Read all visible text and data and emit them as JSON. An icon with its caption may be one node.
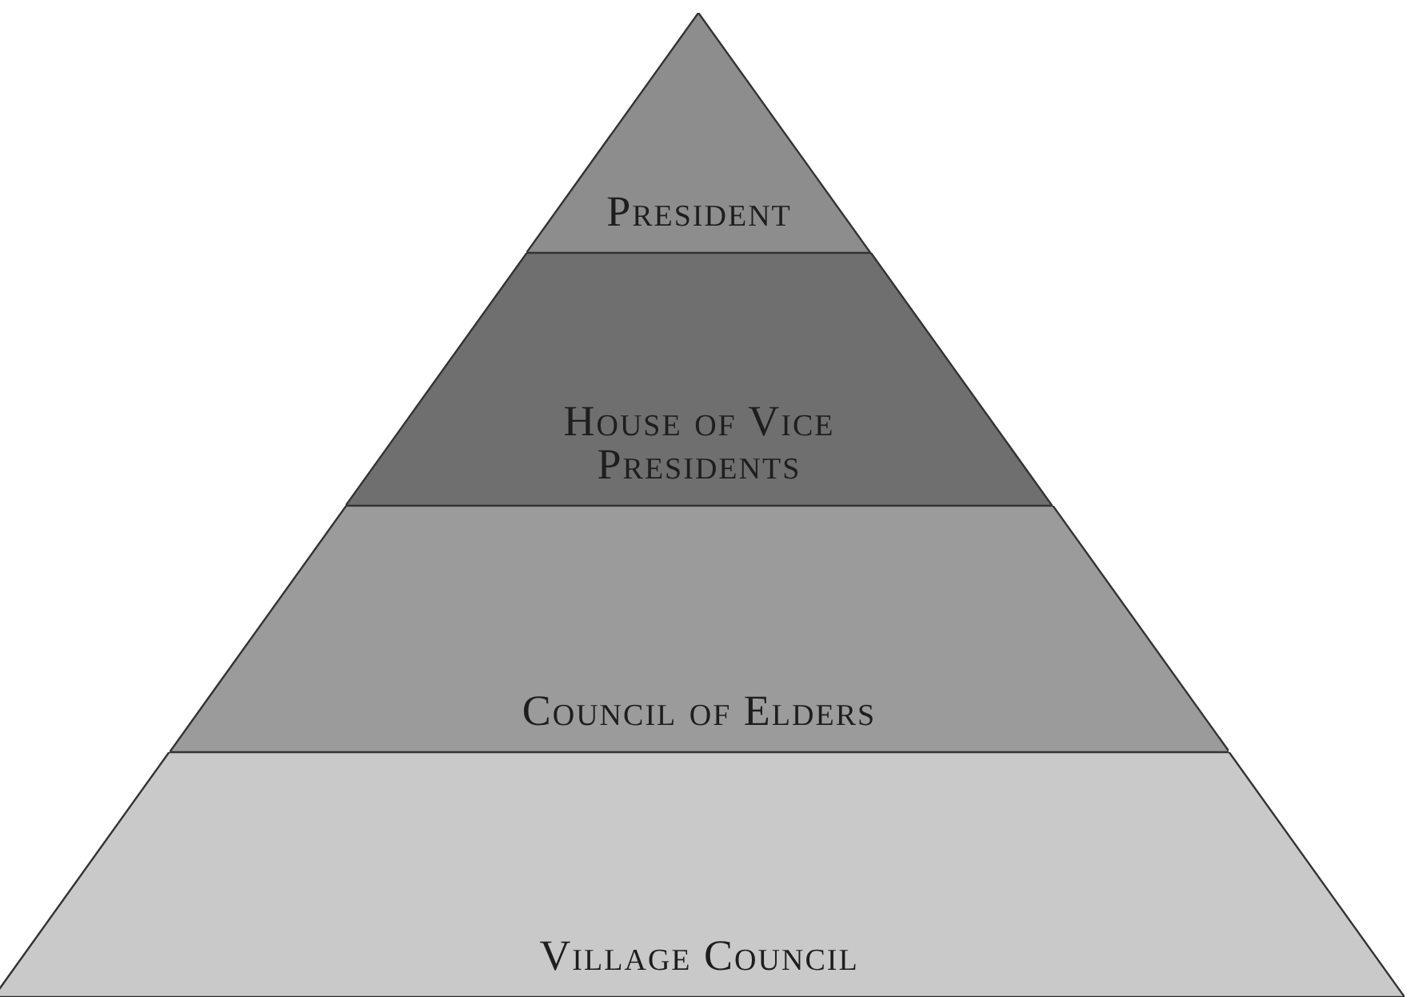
{
  "diagram": {
    "nodes": [
      {
        "text": [
          "President"
        ]
      },
      {
        "text": [
          "House of Vice Presidents"
        ]
      },
      {
        "text": [
          "Council of Elders"
        ]
      },
      {
        "text": [
          "Village Council"
        ]
      }
    ]
  }
}
